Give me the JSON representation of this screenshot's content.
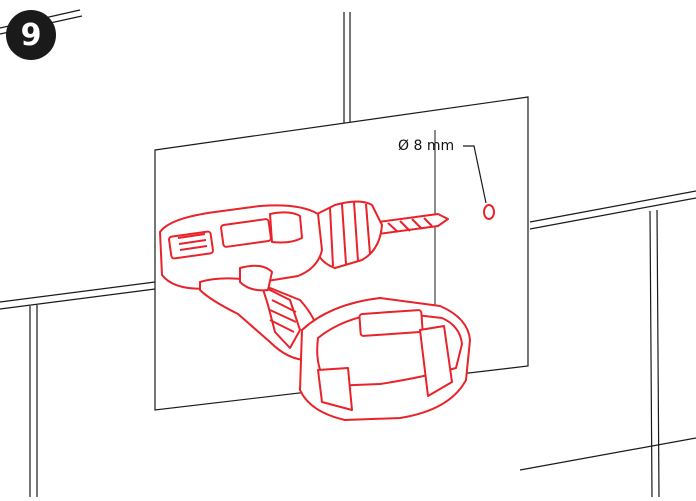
{
  "step": {
    "number": "9"
  },
  "annotation": {
    "hole_label": "Ø 8 mm"
  },
  "colors": {
    "drill": "#e8232a",
    "line": "#1a1a1a",
    "badge": "#1a1a1a",
    "background": "#ffffff"
  },
  "icons": {
    "tool": "cordless-drill-icon",
    "hole": "drill-hole-marker"
  }
}
